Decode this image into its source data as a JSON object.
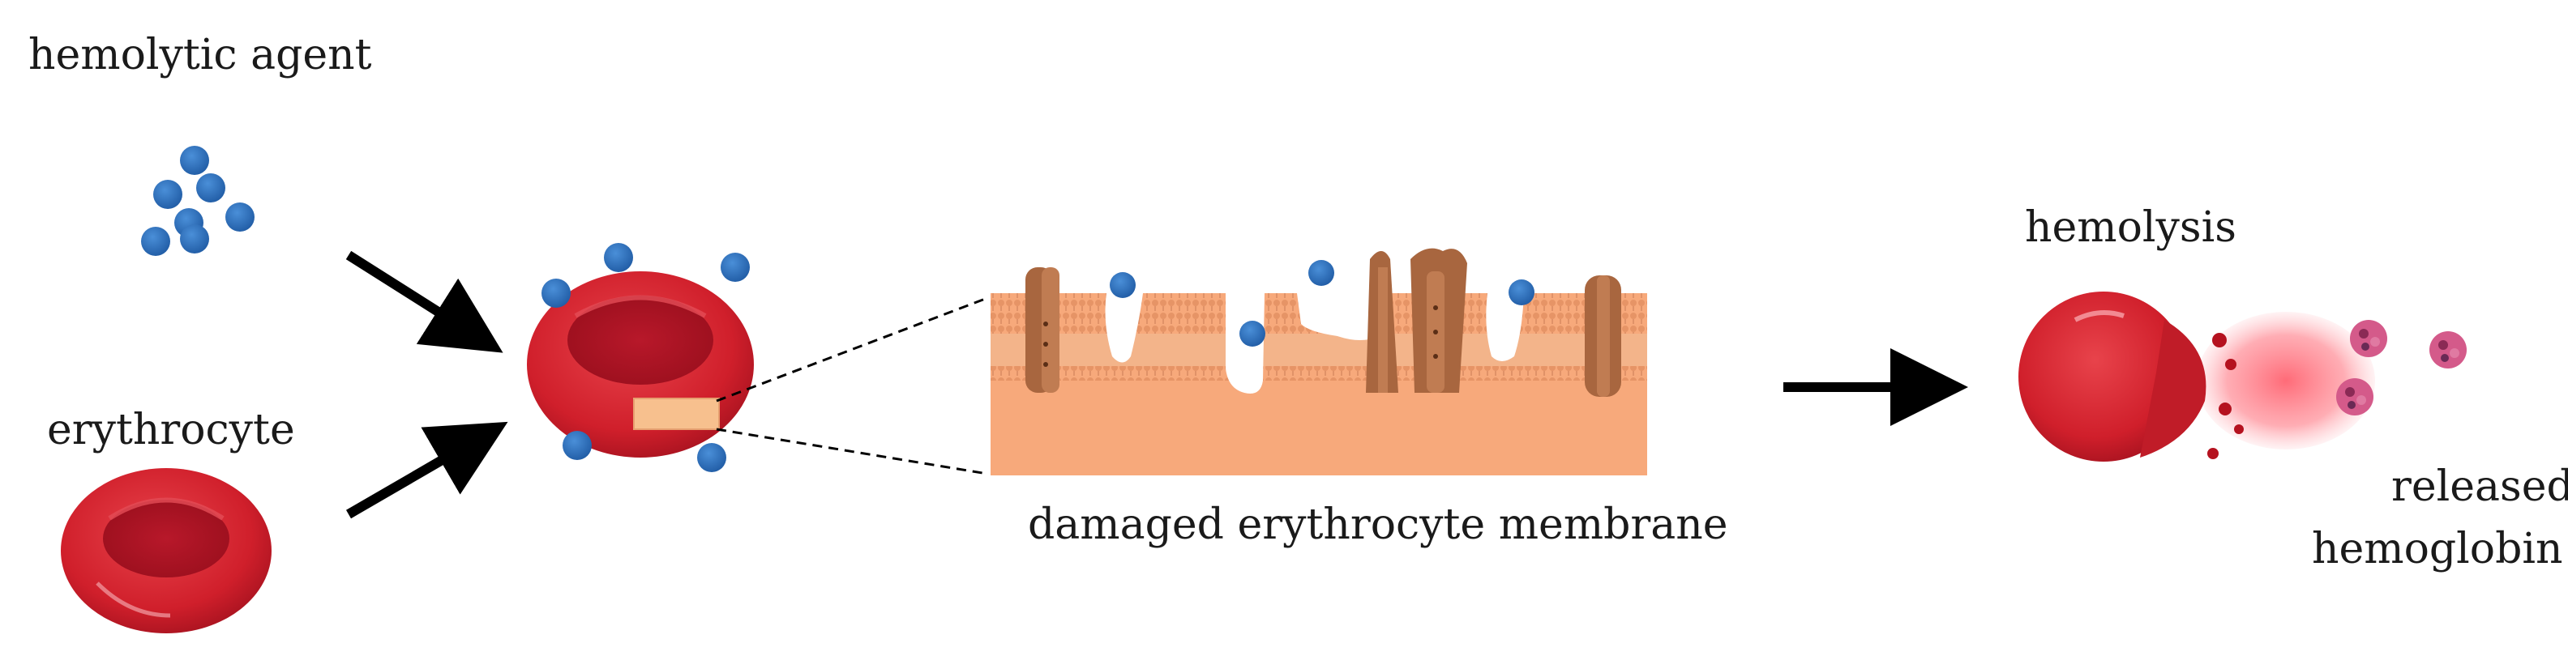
{
  "labels": {
    "hemolytic_agent": "hemolytic agent",
    "erythrocyte": "erythrocyte",
    "damaged_membrane": "damaged erythrocyte membrane",
    "hemolysis": "hemolysis",
    "released_line1": "released",
    "released_line2": "hemoglobin"
  },
  "colors": {
    "agent_bead": "#2f6fbf",
    "rbc_red": "#d8242f",
    "rbc_dark": "#a5121f",
    "membrane_bg": "#f7a97b",
    "membrane_edge": "#d98a61",
    "protein": "#a8663f",
    "arrow": "#000000",
    "hemoglobin": "#c84a7a"
  },
  "icons": [
    "agent-bead-icon",
    "erythrocyte-icon",
    "membrane-protein-icon",
    "hemoglobin-particle-icon",
    "arrow-icon"
  ]
}
